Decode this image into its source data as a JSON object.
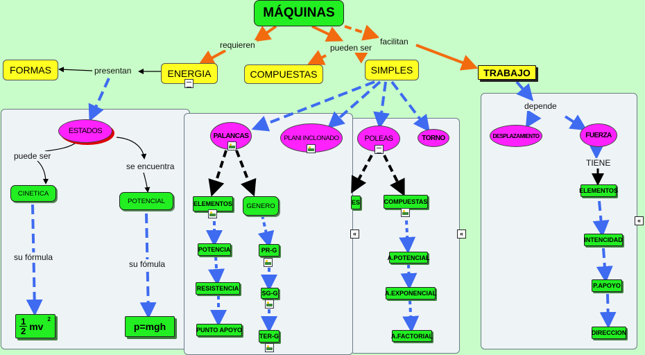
{
  "nodes": {
    "maquinas": "MÁQUINAS",
    "formas": "FORMAS",
    "energia": "ENERGIA",
    "compuestas": "COMPUESTAS",
    "simples": "SIMPLES",
    "trabajo": "TRABAJO",
    "estados": "ESTADOS",
    "cinetica": "CINETICA",
    "potencial": "POTENCIAL",
    "formula_cinetica": {
      "num": "1",
      "den": "2",
      "text": "mv",
      "exp": "2"
    },
    "formula_potencial": "p=mgh",
    "palancas": "PALANCAS",
    "plano_inclinado": "PLANI INCLONADO",
    "poleas": "POLEAS",
    "torno": "TORNO",
    "elementos_palanca": "ELEMENTOS",
    "genero": "GENERO",
    "potencia": "POTENCIA",
    "resistencia": "RESISTENCIA",
    "punto_apoyo": "PUNTO APOYO",
    "pr_g": "PR-G",
    "sg_g": "SG-G",
    "ter_g": "TER-G",
    "simples_poleas_partial": "ES",
    "compuestas_poleas": "COMPUESTAS",
    "a_potencial": "A.POTENCIAL",
    "a_exponencial": "A.EXPONENCIAL",
    "a_factorial": "A.FACTORIAL",
    "desplazamiento": "DESPLAZAMIENTO",
    "fuerza": "FUERZA",
    "elementos_fuerza": "ELEMENTOS",
    "intencidad": "INTENCIDAD",
    "p_apoyo": "P.APOYO",
    "direccion": "DIRECCION"
  },
  "links": {
    "requieren": "requieren",
    "pueden_ser": "pueden ser",
    "facilitan": "facilitan",
    "presentan": "presentan",
    "puede_ser": "puede ser",
    "se_encuentra": "se encuentra",
    "su_formula": "su fórmula",
    "su_fomula": "su fómula",
    "depende": "depende",
    "tiene": "TIENE"
  },
  "colors": {
    "background": "#c8fcc8",
    "orange_link": "#f26b0f",
    "blue_link": "#3e6bf0",
    "black_link": "#000000",
    "node_yellow": "#ffff22",
    "node_green": "#22ee22",
    "node_magenta": "#ff22ff"
  },
  "icons": {
    "collapse": "«"
  }
}
